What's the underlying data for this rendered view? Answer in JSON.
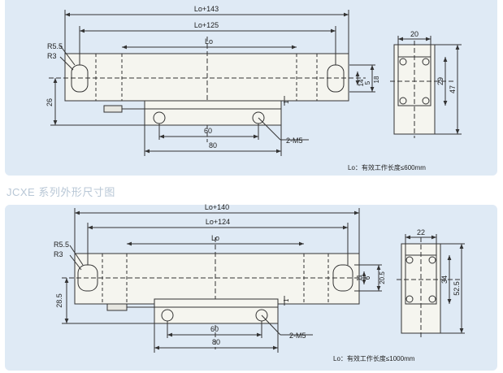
{
  "section_title": "JCXE 系列外形尺寸图",
  "top": {
    "dim_total": "Lo+143",
    "dim_holes": "Lo+125",
    "dim_lo": "Lo",
    "radius_outer": "R5.5",
    "radius_inner": "R3",
    "height_left": "26",
    "dim_60": "60",
    "dim_80": "80",
    "thread": "2-M5",
    "dim_1": "1",
    "slot_14": "14",
    "slot_5": "5",
    "slot_18": "18",
    "side_width": "20",
    "side_29": "29",
    "side_47": "47",
    "note": "Lo：有效工作长度≤600mm"
  },
  "bottom": {
    "dim_total": "Lo+140",
    "dim_holes": "Lo+124",
    "dim_lo": "Lo",
    "radius_outer": "R5.5",
    "radius_inner": "R3",
    "height_left": "28.5",
    "dim_60": "60",
    "dim_80": "80",
    "thread": "2-M5",
    "dim_1": "1",
    "slot_11": "11",
    "slot_6": "6",
    "slot_20_5": "20.5",
    "side_width": "22",
    "side_34": "34",
    "side_52_5": "52.5",
    "note": "Lo：有效工作长度≤1000mm"
  },
  "colors": {
    "panel": "#dfeaf5",
    "body_fill": "#f5f5ef",
    "line": "#333333",
    "title": "#b8c7d6"
  }
}
